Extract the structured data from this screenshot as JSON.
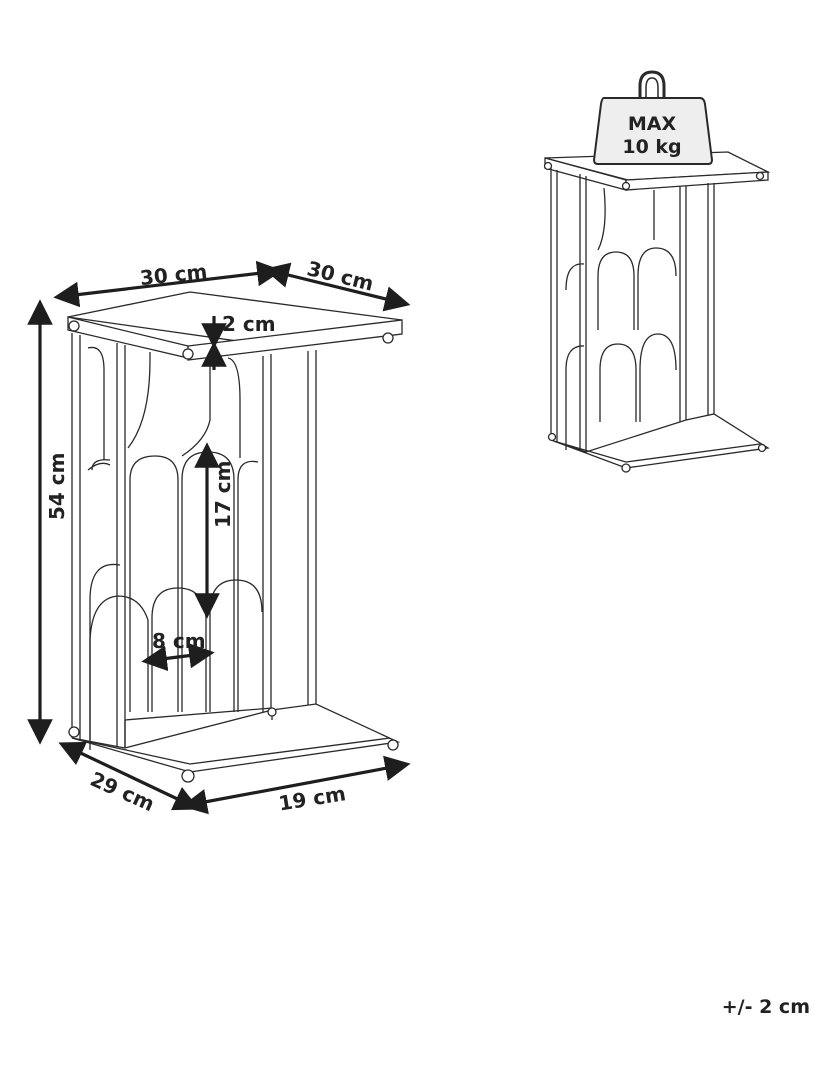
{
  "title": "",
  "colors": {
    "line": "#2a2a2a",
    "dimension": "#1e1e1e",
    "weight_fill": "#eeeeee"
  },
  "dimensions": {
    "top_width": "30 cm",
    "top_depth": "30 cm",
    "top_thickness": "2 cm",
    "height": "54 cm",
    "arch_height": "17 cm",
    "arch_width": "8 cm",
    "base_depth": "29 cm",
    "base_width": "19 cm"
  },
  "weight_limit": {
    "line1": "MAX",
    "line2": "10 kg",
    "icon": "weight-icon"
  },
  "tolerance": "+/- 2 cm"
}
